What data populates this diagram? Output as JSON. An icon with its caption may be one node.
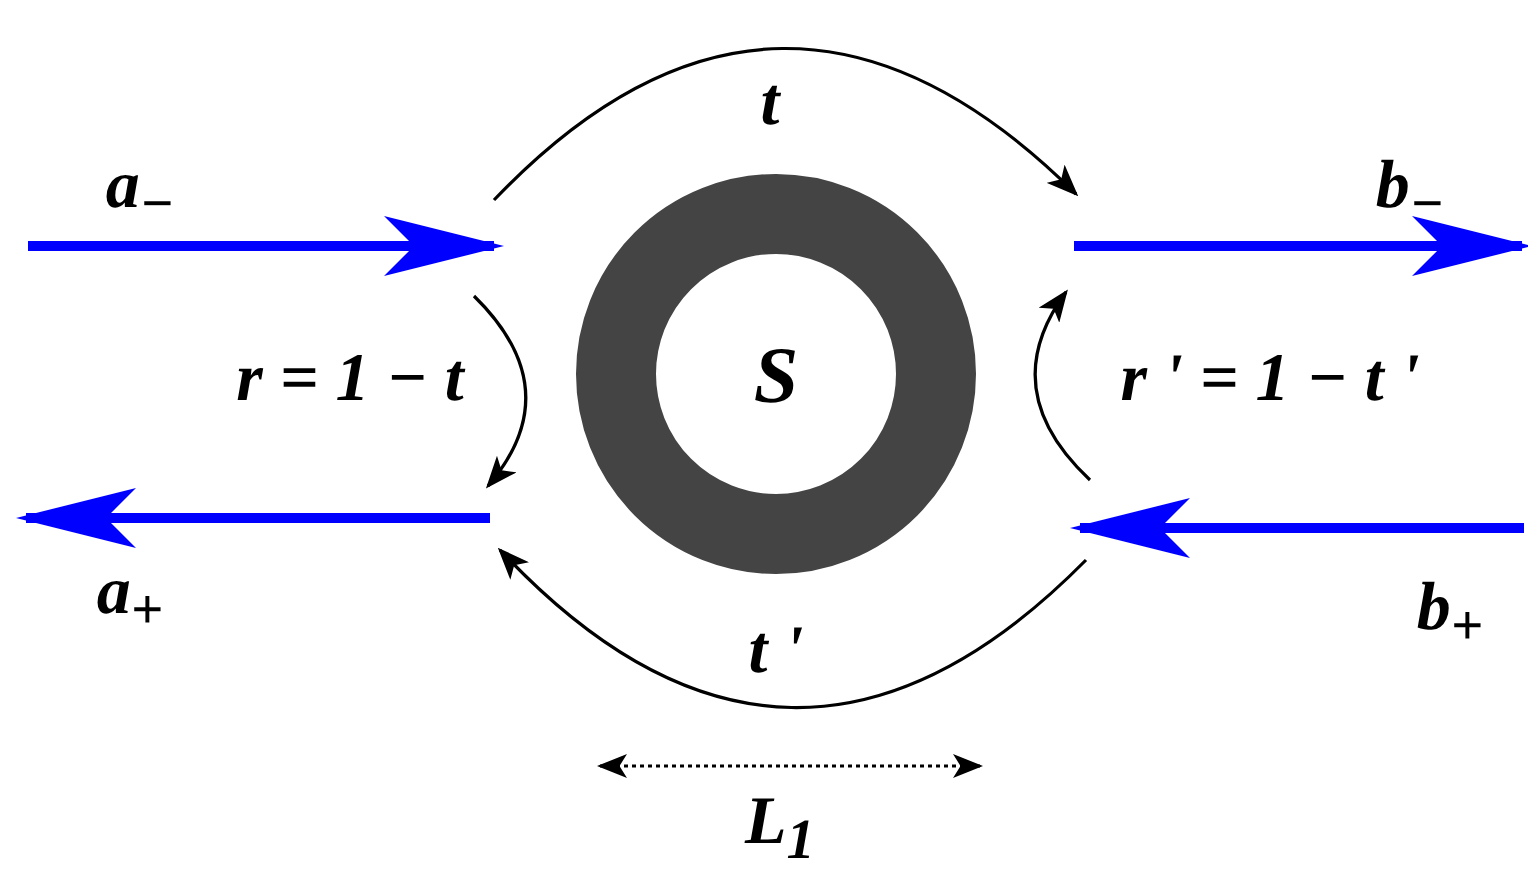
{
  "diagram": {
    "nodes": [
      {
        "text": [
          "S"
        ]
      }
    ],
    "labels": [
      "a$_{−}$",
      "t",
      "b$_{−}$",
      "r = 1 − t",
      "r ' = 1 − t '",
      "a$_{+}$",
      "b$_{+}$",
      "t '",
      "L$_{1}$"
    ]
  }
}
